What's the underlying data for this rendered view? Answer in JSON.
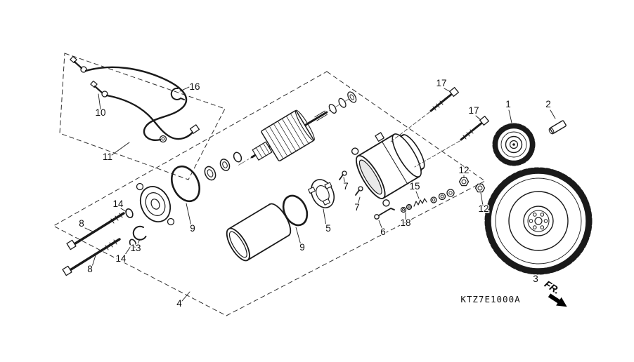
{
  "colors": {
    "ink": "#1a1a1a",
    "paper": "#ffffff"
  },
  "diagram": {
    "code": "KTZ7E1000A",
    "front_indicator": "FR.",
    "part_labels": {
      "1": "1",
      "2": "2",
      "3": "3",
      "4": "4",
      "5": "5",
      "6": "6",
      "7": "7",
      "8": "8",
      "9": "9",
      "10": "10",
      "11": "11",
      "12": "12",
      "13": "13",
      "14": "14",
      "15": "15",
      "16": "16",
      "17": "17",
      "18": "18"
    }
  }
}
